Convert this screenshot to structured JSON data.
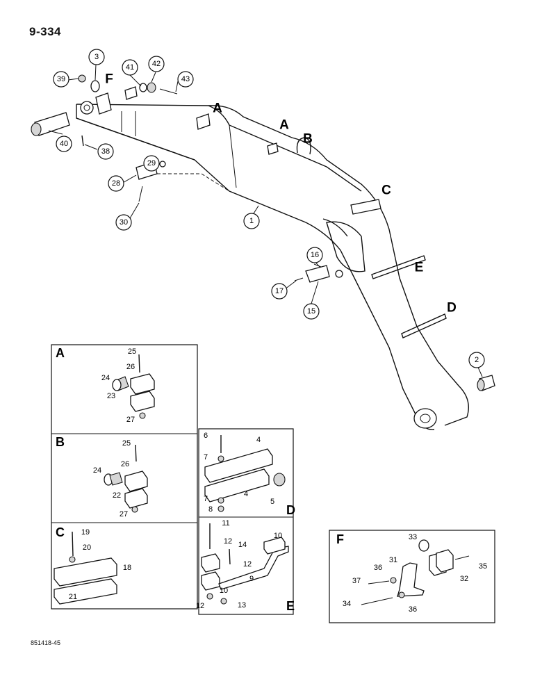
{
  "page_number": "9-334",
  "document_code": "851418-45",
  "main_callouts": [
    "1",
    "2",
    "3",
    "15",
    "16",
    "17",
    "28",
    "29",
    "30",
    "38",
    "39",
    "40",
    "41",
    "42",
    "43"
  ],
  "main_letters": [
    "A",
    "A",
    "B",
    "C",
    "D",
    "E",
    "F"
  ],
  "panels": {
    "A": {
      "letter": "A",
      "labels": [
        "25",
        "26",
        "24",
        "23",
        "27"
      ]
    },
    "B": {
      "letter": "B",
      "labels": [
        "25",
        "26",
        "24",
        "22",
        "27"
      ]
    },
    "C": {
      "letter": "C",
      "labels": [
        "19",
        "20",
        "18",
        "21"
      ]
    },
    "D": {
      "letter": "D",
      "labels": [
        "6",
        "4",
        "7",
        "4",
        "7",
        "5",
        "8"
      ]
    },
    "E": {
      "letter": "E",
      "labels": [
        "11",
        "12",
        "14",
        "12",
        "10",
        "9",
        "10",
        "12",
        "13"
      ]
    },
    "F": {
      "letter": "F",
      "labels": [
        "33",
        "35",
        "31",
        "32",
        "36",
        "37",
        "34",
        "36"
      ]
    }
  }
}
